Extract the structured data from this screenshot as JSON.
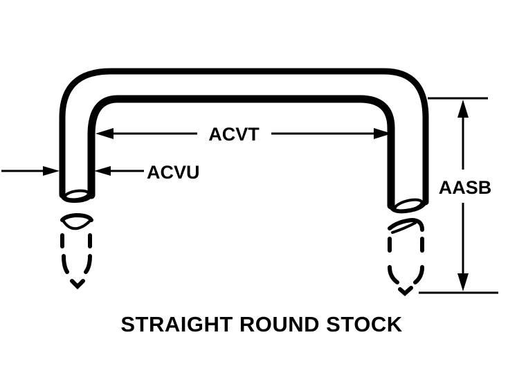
{
  "diagram": {
    "type": "technical-drawing",
    "subject": "U-shaped bent rod",
    "caption": "STRAIGHT ROUND STOCK",
    "dimensions": {
      "inside_width": {
        "code": "ACVT",
        "description": "inside distance between legs"
      },
      "diameter": {
        "code": "ACVU",
        "description": "rod diameter"
      },
      "height": {
        "code": "AASB",
        "description": "overall leg height"
      }
    },
    "colors": {
      "ink": "#000000",
      "background": "#ffffff"
    }
  }
}
